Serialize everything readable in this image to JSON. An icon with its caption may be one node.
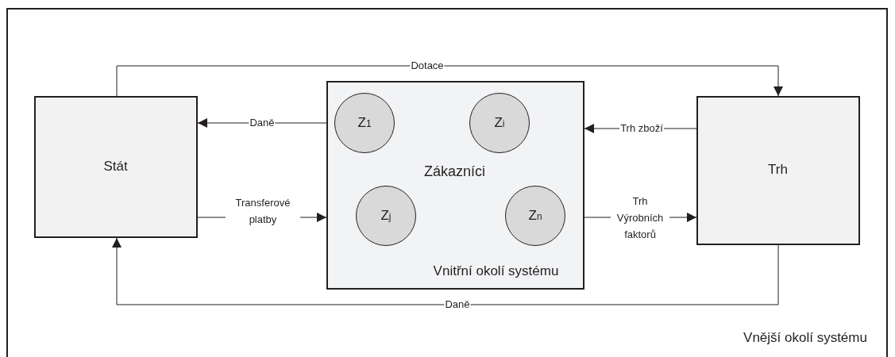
{
  "diagram": {
    "nodes": [
      {
        "text": [
          "Vnější okolí systému"
        ]
      },
      {
        "text": [
          "Stát"
        ],
        "in": 0
      },
      {
        "text": [
          "Zákazníci",
          "Vnitřní okolí systému"
        ],
        "in": 0
      },
      {
        "text": [
          "Z$_{1}$"
        ],
        "in": 2
      },
      {
        "text": [
          "Z$_{i}$"
        ],
        "in": 2
      },
      {
        "text": [
          "Z$_{j}$"
        ],
        "in": 2
      },
      {
        "text": [
          "Z$_{n}$"
        ],
        "in": 2
      },
      {
        "text": [
          "Trh"
        ],
        "in": 0
      }
    ],
    "edges": [
      {
        "from": 1,
        "to": 7,
        "arrow": "to",
        "label": "Dotace"
      },
      {
        "from": 2,
        "to": 1,
        "arrow": "to",
        "label": "Daně"
      },
      {
        "from": 1,
        "to": 2,
        "arrow": "to",
        "label": "Transferové platby"
      },
      {
        "from": 7,
        "to": 2,
        "arrow": "to",
        "label": "Trh zboží"
      },
      {
        "from": 2,
        "to": 7,
        "arrow": "to",
        "label": "Trh Výrobních faktorů"
      },
      {
        "from": 7,
        "to": 1,
        "arrow": "to",
        "label": "Daně"
      }
    ]
  }
}
